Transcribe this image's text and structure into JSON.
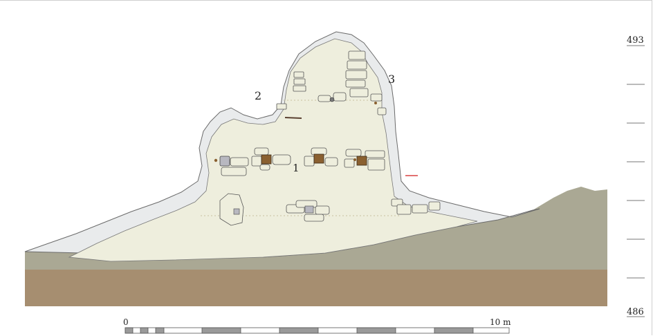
{
  "labels": {
    "feature_1": "1",
    "feature_2": "2",
    "feature_3": "3"
  },
  "elevation_scale": {
    "top_label": "493",
    "bottom_label": "486"
  },
  "scale_bar": {
    "start_label": "0",
    "end_label": "10 m"
  },
  "colors": {
    "masonry": "#eeeedd",
    "mortar_rim": "#e9ebec",
    "ground": "#aaa894",
    "soil": "#a68e70",
    "wood": "#8a6030",
    "datum_mark": "#d94040"
  }
}
